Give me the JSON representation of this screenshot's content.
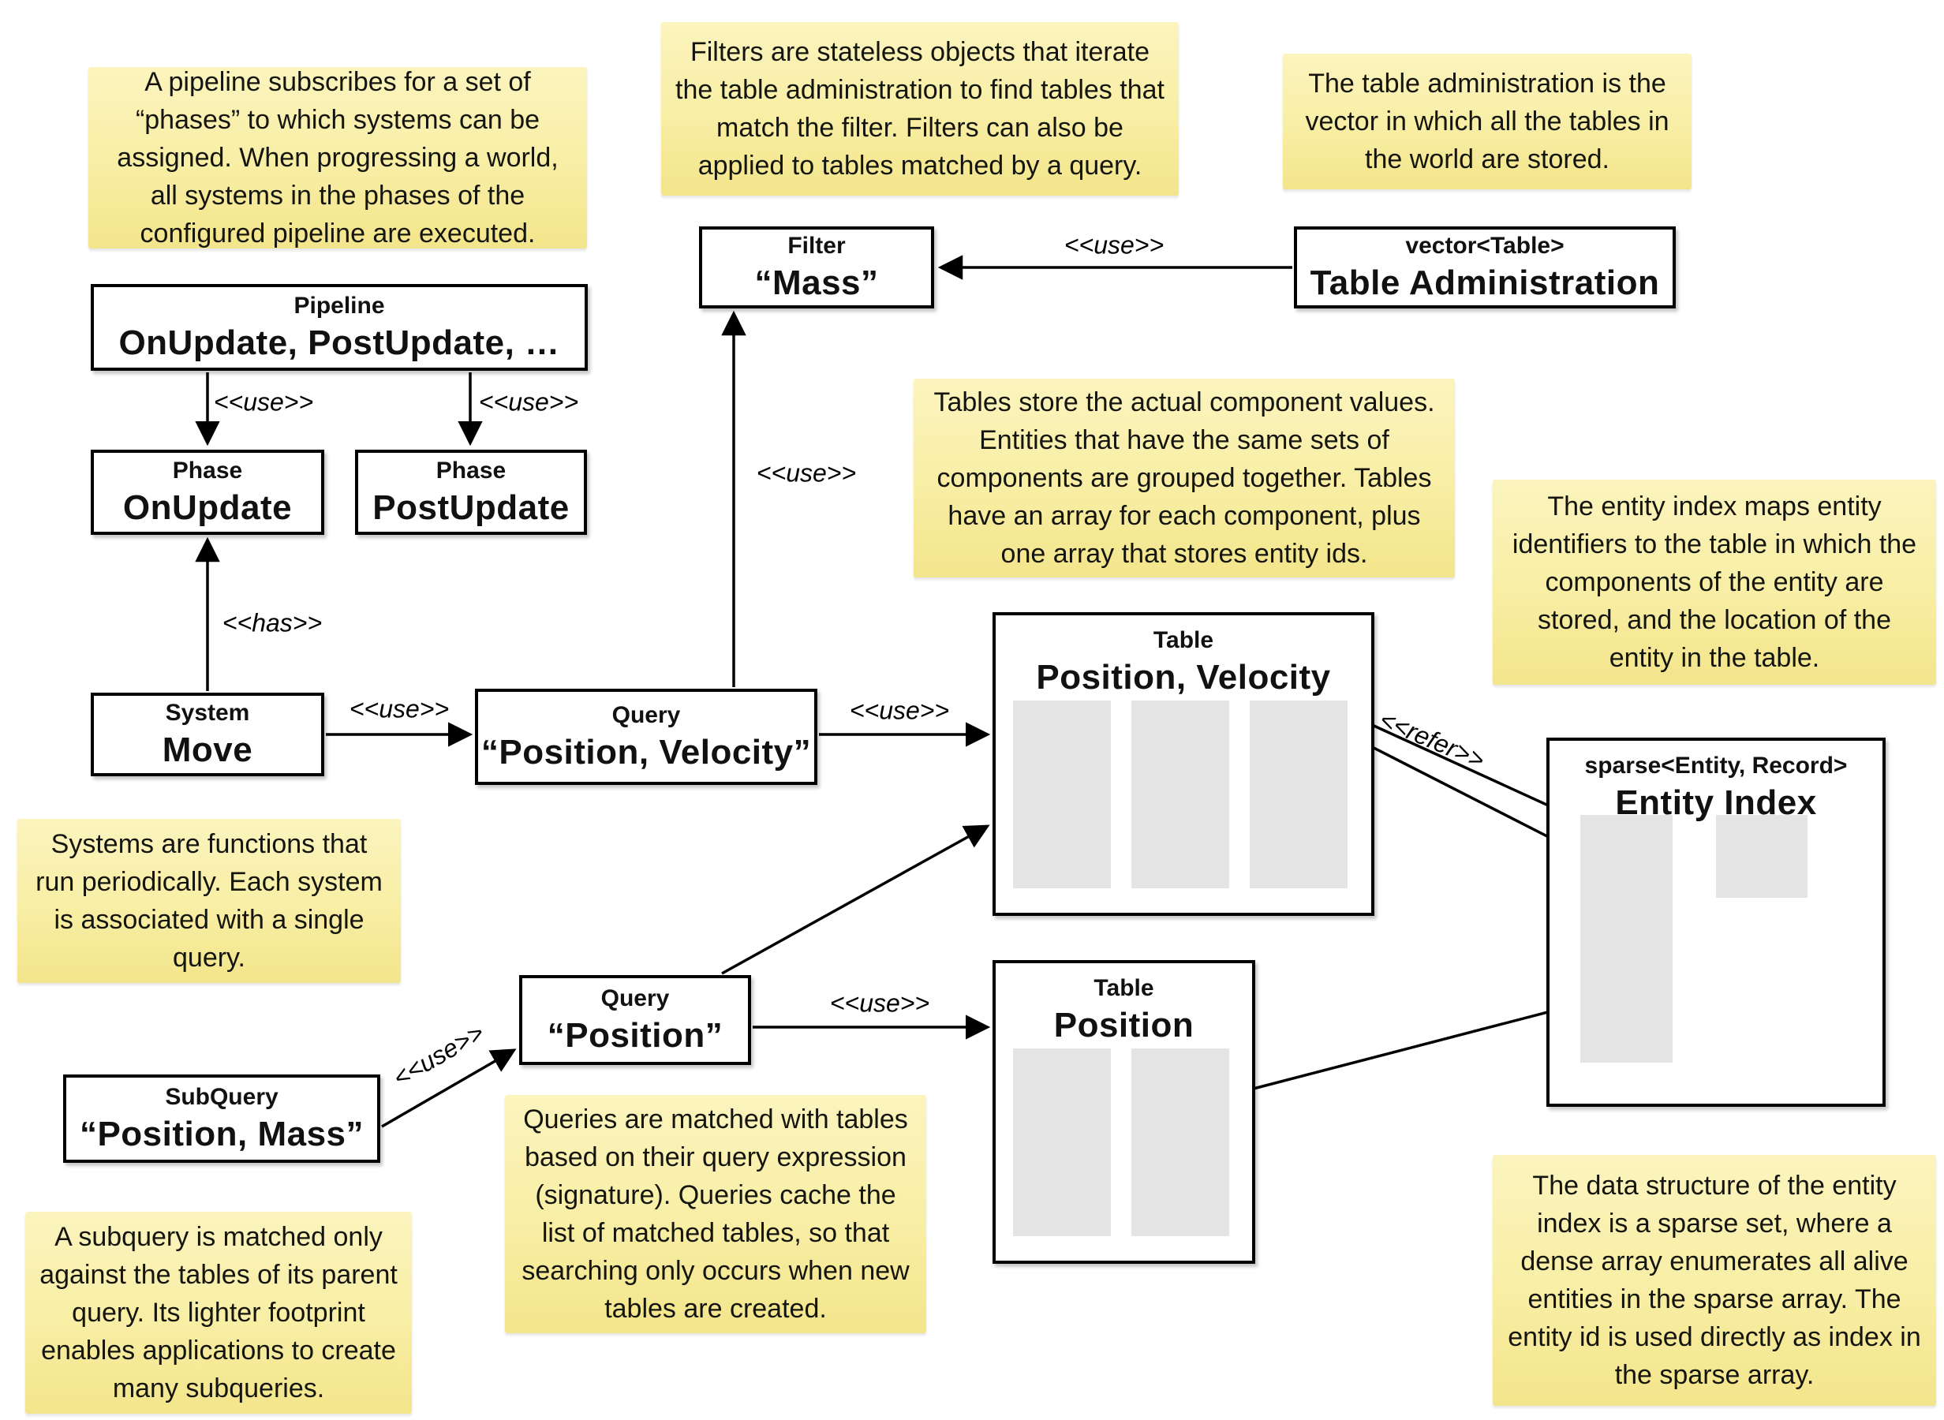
{
  "notes": {
    "pipeline": "A pipeline subscribes for a set of “phases” to which systems can be assigned. When progressing a world, all systems in the phases of the configured pipeline are executed.",
    "filters": "Filters are stateless objects that iterate the table administration to find tables that match the filter. Filters can also be applied to tables matched by a query.",
    "table_admin": "The table administration is the vector in which all the tables in the world are stored.",
    "tables": "Tables store the actual component values. Entities that have the same sets of components are grouped together. Tables have an array for each component, plus one array that stores entity ids.",
    "entity_index": "The entity index maps entity identifiers to the table in which the components of the entity are stored, and the location of the entity in the table.",
    "systems": "Systems are functions that run periodically. Each system is associated with a single query.",
    "queries": "Queries are matched with tables based on their query expression (signature). Queries cache the list of matched tables, so that searching only occurs when new tables are created.",
    "subquery": "A subquery is matched only against the tables of its parent query. Its lighter footprint enables applications to create many subqueries.",
    "sparse_set": "The data structure of the entity index is a sparse set, where a dense array enumerates all alive entities in the sparse array. The entity id is used directly as index in the sparse array."
  },
  "nodes": {
    "pipeline": {
      "type": "Pipeline",
      "name": "OnUpdate, PostUpdate, …"
    },
    "phase_onupdate": {
      "type": "Phase",
      "name": "OnUpdate"
    },
    "phase_postupdate": {
      "type": "Phase",
      "name": "PostUpdate"
    },
    "filter_mass": {
      "type": "Filter",
      "name": "“Mass”"
    },
    "table_administration": {
      "type": "vector<Table>",
      "name": "Table Administration"
    },
    "system_move": {
      "type": "System",
      "name": "Move"
    },
    "query_position_velocity": {
      "type": "Query",
      "name": "“Position, Velocity”"
    },
    "table_position_velocity": {
      "type": "Table",
      "name": "Position, Velocity"
    },
    "entity_index": {
      "type": "sparse<Entity, Record>",
      "name": "Entity Index"
    },
    "query_position": {
      "type": "Query",
      "name": "“Position”"
    },
    "subquery_position_mass": {
      "type": "SubQuery",
      "name": "“Position, Mass”"
    },
    "table_position": {
      "type": "Table",
      "name": "Position"
    }
  },
  "edge_labels": {
    "use": "<<use>>",
    "has": "<<has>>",
    "refer": "<<refer>>"
  },
  "colors": {
    "note_bg_top": "#FBF4BE",
    "note_bg_bottom": "#F3E58B",
    "box_border": "#000000",
    "column_gray": "#E4E4E4",
    "background": "#FFFFFF"
  }
}
